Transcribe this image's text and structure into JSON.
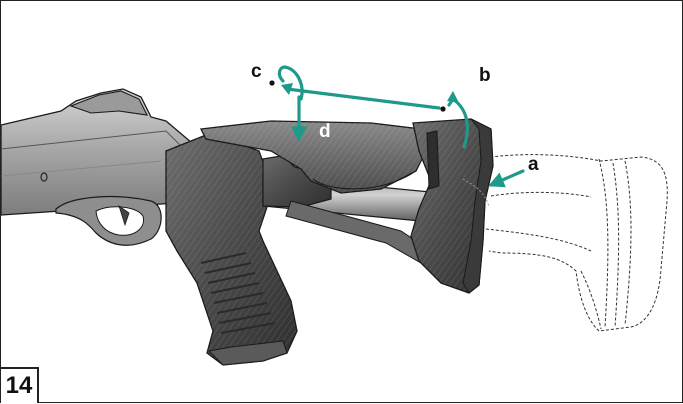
{
  "figure": {
    "number": "14",
    "callouts": {
      "a": "a",
      "b": "b",
      "c": "c",
      "d": "d"
    }
  },
  "colors": {
    "arrow": "#1f9a8a",
    "metal_dark": "#4d4d4d",
    "metal_mid": "#7a7a7a",
    "metal_light": "#b8b8b8",
    "receiver": "#9c9c9c",
    "outline": "#1a1a1a",
    "dashed_outline": "#333333"
  }
}
